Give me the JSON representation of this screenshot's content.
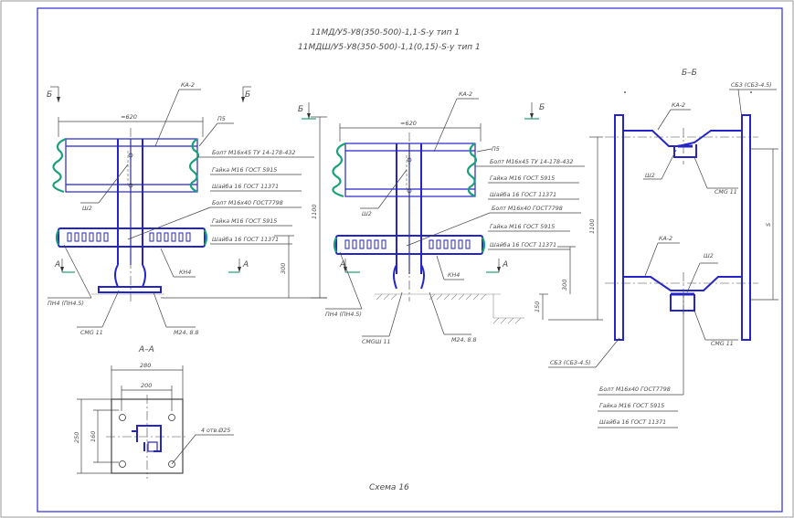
{
  "title": {
    "line1": "11МД/У5-У8(350-500)-1,1-S-у   тип 1",
    "line2": "11МДШ/У5-У8(350-500)-1,1(0,15)-S-у   тип 1"
  },
  "scheme_label": "Схема 16",
  "colors": {
    "frame": "#2b2bd6",
    "steel": "#2424c8",
    "wave_ends": "#1aa07a",
    "text": "#4a4a4a"
  },
  "section_marks": {
    "b": "Б",
    "a": "А",
    "bb_title": "Б–Б",
    "aa_title": "А–А"
  },
  "left_view": {
    "dim_width": "≈620",
    "dim_height": "1100",
    "dim_300": "300",
    "ka2": "КА-2",
    "p5": "П5",
    "bolt1": "Болт М16х45 ТУ 14-178-432",
    "nut1": "Гайка М16 ГОСТ 5915",
    "washer1": "Шайба 16 ГОСТ 11371",
    "bolt2": "Болт М16х40 ГОСТ7798",
    "nut2": "Гайка М16 ГОСТ 5915",
    "washer2": "Шайба 16 ГОСТ 11371",
    "sh2": "Ш2",
    "kn4": "КН4",
    "pn4": "ПН4 (ПН4.5)",
    "smg11": "СМG 11",
    "m24": "М24, 8.8"
  },
  "middle_view": {
    "dim_width": "≈620",
    "dim_height": "1100",
    "dim_300": "300",
    "dim_150": "150",
    "ka2": "КА-2",
    "p5": "П5",
    "bolt1": "Болт М16х45 ТУ 14-178-432",
    "nut1": "Гайка М16 ГОСТ 5915",
    "washer1": "Шайба 16 ГОСТ 11371",
    "bolt2": "Болт М16х40 ГОСТ7798",
    "nut2": "Гайка М16 ГОСТ 5915",
    "washer2": "Шайба 16 ГОСТ 11371",
    "sh2": "Ш2",
    "kn4": "КН4",
    "pn4": "ПН4 (ПН4.5)",
    "smgsh11": "СМGШ 11",
    "m24": "М24, 8.8"
  },
  "right_view": {
    "sbz_top": "СБЗ (СБЗ-4.5)",
    "sbz_bottom": "СБЗ (СБЗ-4.5)",
    "ka2_top": "КА-2",
    "ka2_bottom": "КА-2",
    "sh2_top": "Ш2",
    "sh2_bottom": "Ш2",
    "smg11_top": "СМG 11",
    "smg11_bottom": "СМG 11",
    "s": "S",
    "bolt": "Болт М16х40 ГОСТ7798",
    "nut": "Гайка М16 ГОСТ 5915",
    "washer": "Шайба 16 ГОСТ 11371"
  },
  "section_aa": {
    "dim_280": "280",
    "dim_200": "200",
    "dim_250": "250",
    "dim_160": "160",
    "holes": "4 отв.Ø25"
  }
}
